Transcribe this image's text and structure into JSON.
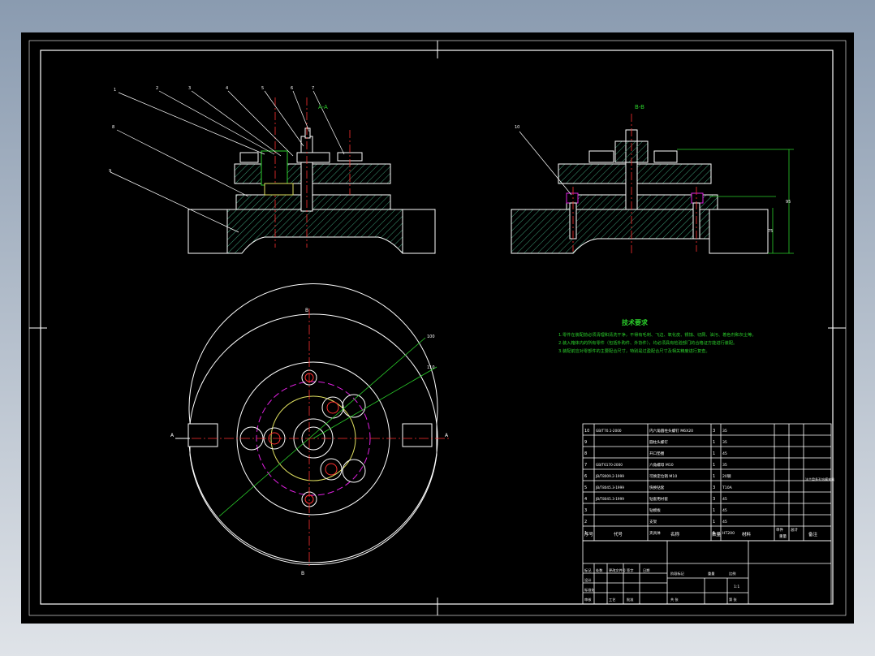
{
  "views": {
    "section_a_label": "A-A",
    "section_b_label": "B-B",
    "part_callouts": [
      "1",
      "2",
      "3",
      "4",
      "5",
      "6",
      "7",
      "8",
      "9"
    ],
    "view_marks": [
      "B",
      "B",
      "A",
      "A"
    ],
    "b_callout": "10",
    "dim_labels": [
      "100",
      "110"
    ],
    "height_dims": [
      "95",
      "75"
    ]
  },
  "tech_req": {
    "title": "技术要求",
    "lines": [
      "1.零件在装配前必须清理和清洗干净，不得有毛刺、飞边、氧化皮、锈蚀、切屑、油污、着色剂和灰尘等。",
      "2.装入箱体内的所有零件（包括外购件、外协件），均必须具有检验部门的合格证方能进行装配。",
      "3.装配前应对零部件的主要配合尺寸，特别是过盈配合尺寸及相关精度进行复查。"
    ]
  },
  "bom": {
    "rows": [
      {
        "no": "10",
        "code": "GB/T70.1-2000",
        "name": "内六角圆柱头螺钉 M6X20",
        "qty": "3",
        "mat": "35",
        "note": ""
      },
      {
        "no": "9",
        "code": "",
        "name": "圆柱头螺钉",
        "qty": "1",
        "mat": "35",
        "note": ""
      },
      {
        "no": "8",
        "code": "",
        "name": "开口垫圈",
        "qty": "1",
        "mat": "45",
        "note": ""
      },
      {
        "no": "7",
        "code": "GB/T6170-2000",
        "name": "六角螺母 M10",
        "qty": "1",
        "mat": "35",
        "note": ""
      },
      {
        "no": "6",
        "code": "JB/T8009.2-1999",
        "name": "可换定位销 M10",
        "qty": "1",
        "mat": "20钢",
        "note": ""
      },
      {
        "no": "5",
        "code": "JB/T8045.3-1999",
        "name": "快换钻套",
        "qty": "3",
        "mat": "T10A",
        "note": ""
      },
      {
        "no": "4",
        "code": "JB/T8045.3-1999",
        "name": "钻套用衬套",
        "qty": "3",
        "mat": "45",
        "note": ""
      },
      {
        "no": "3",
        "code": "",
        "name": "钻模板",
        "qty": "1",
        "mat": "45",
        "note": ""
      },
      {
        "no": "2",
        "code": "",
        "name": "支架",
        "qty": "1",
        "mat": "45",
        "note": ""
      },
      {
        "no": "1",
        "code": "",
        "name": "夹具体",
        "qty": "1",
        "mat": "HT200",
        "note": ""
      }
    ],
    "header": {
      "no": "序号",
      "code": "代号",
      "name": "名称",
      "qty": "数量",
      "mat": "材料",
      "unit": "单件",
      "total": "总计",
      "weight": "重量",
      "note": "备注"
    },
    "drawing_title": "法兰盘多孔钻模夹具",
    "tb_labels": [
      "标记",
      "处数",
      "更改文件号",
      "签字",
      "日期",
      "设计",
      "标准化",
      "审核",
      "工艺",
      "批准",
      "阶段标记",
      "重量",
      "比例",
      "共 张",
      "第 张"
    ],
    "scale": "1:1"
  }
}
